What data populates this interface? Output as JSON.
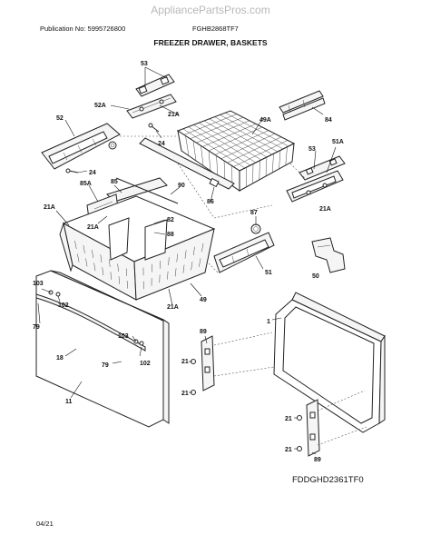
{
  "header": {
    "watermark": "AppliancePartsPros.com",
    "publication": "Publication No: 5995726800",
    "model": "FGHB2868TF7",
    "title": "FREEZER DRAWER, BASKETS"
  },
  "footer": {
    "diagram_code": "FDDGHD2361TF0",
    "date": "04/21"
  },
  "callouts": {
    "c53a": "53",
    "c52a": "52A",
    "c21a_1": "21A",
    "c52": "52",
    "c49a": "49A",
    "c84": "84",
    "c24a": "24",
    "c53b": "53",
    "c51a": "51A",
    "c24b": "24",
    "c85a": "85A",
    "c85": "85",
    "c90": "90",
    "c86": "86",
    "c21a_2": "21A",
    "c21a_3": "21A",
    "c82": "82",
    "c21a_4": "21A",
    "c88": "88",
    "c87": "87",
    "c50": "50",
    "c51": "51",
    "c49": "49",
    "c21a_5": "21A",
    "c103a": "103",
    "c102a": "102",
    "c79a": "79",
    "c89a": "89",
    "c1": "1",
    "c103b": "103",
    "c18": "18",
    "c79b": "79",
    "c102b": "102",
    "c21a": "21",
    "c21b": "21",
    "c11": "11",
    "c21c": "21",
    "c21d": "21",
    "c89b": "89"
  }
}
